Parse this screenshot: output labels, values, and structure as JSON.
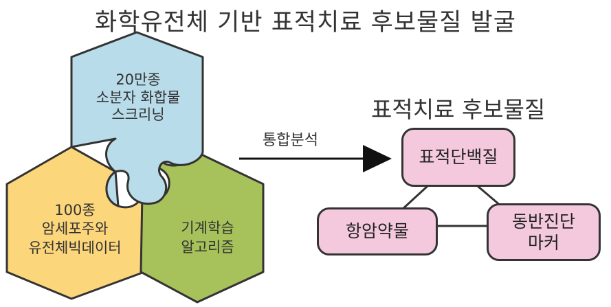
{
  "title": "화학유전체 기반 표적치료 후보물질 발굴",
  "puzzle": {
    "top_piece": {
      "lines": [
        "20만종",
        "소분자 화합물",
        "스크리닝"
      ],
      "color": "#b9dcea"
    },
    "left_piece": {
      "lines": [
        "100종",
        "암세포주와",
        "유전체빅데이터"
      ],
      "color": "#fcd67a"
    },
    "right_piece": {
      "lines": [
        "기계학습",
        "알고리즘"
      ],
      "color": "#a7c25a"
    }
  },
  "arrow_label": "통합분석",
  "right_title": "표적치료 후보물질",
  "boxes": {
    "target_protein": "표적단백질",
    "anticancer_drug": "항암약물",
    "companion_diagnostic": [
      "동반진단",
      "마커"
    ],
    "color": "#f4c9de"
  }
}
